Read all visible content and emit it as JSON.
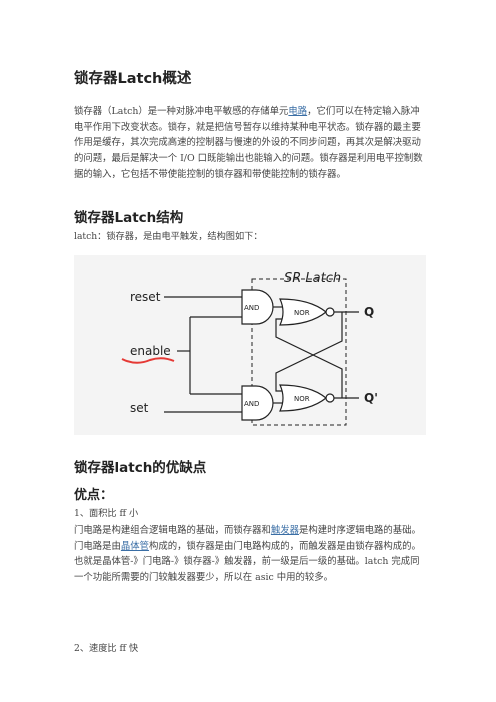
{
  "section1": {
    "title": "锁存器Latch概述",
    "paragraph_parts": [
      "锁存器（Latch）是一种对脉冲电平敏感的存储单元",
      "电路",
      "，它们可以在特定输入脉冲电平作用下改变状态。锁存，就是把信号暂存以维持某种电平状态。锁存器的最主要作用是缓存，其次完成高速的控制器与慢速的外设的不同步问题，再其次是解决驱动的问题，最后是解决一个 I/O 口既能输出也能输入的问题。锁存器是利用电平控制数据的输入，它包括不带使能控制的锁存器和带使能控制的锁存器。"
    ]
  },
  "section2": {
    "title": "锁存器Latch结构",
    "desc": "latch：锁存器，是由电平触发，结构图如下：",
    "diagram": {
      "title": "SR Latch",
      "inputs": [
        "reset",
        "enable",
        "set"
      ],
      "and_label": "AND",
      "nor_label": "NOR",
      "outputs": [
        "Q",
        "Q'"
      ]
    }
  },
  "section3": {
    "title": "锁存器latch的优缺点",
    "subtitle": "优点：",
    "item1": "1、面积比 ff 小",
    "paragraph_parts": [
      "门电路是构建组合逻辑电路的基础，而锁存器和",
      "触发器",
      "是构建时序逻辑电路的基础。门电路是由",
      "晶体管",
      "构成的，锁存器是由门电路构成的，而触发器是由锁存器构成的。也就是晶体管-》门电路-》锁存器-》触发器，前一级是后一级的基础。latch 完成同一个功能所需要的门较触发器要少，所以在 asic 中用的较多。"
    ],
    "item2": "2、速度比 ff 快"
  },
  "colors": {
    "heading": "#222222",
    "body": "#444444",
    "link": "#3a6ea5",
    "red_mark": "#e53935"
  }
}
